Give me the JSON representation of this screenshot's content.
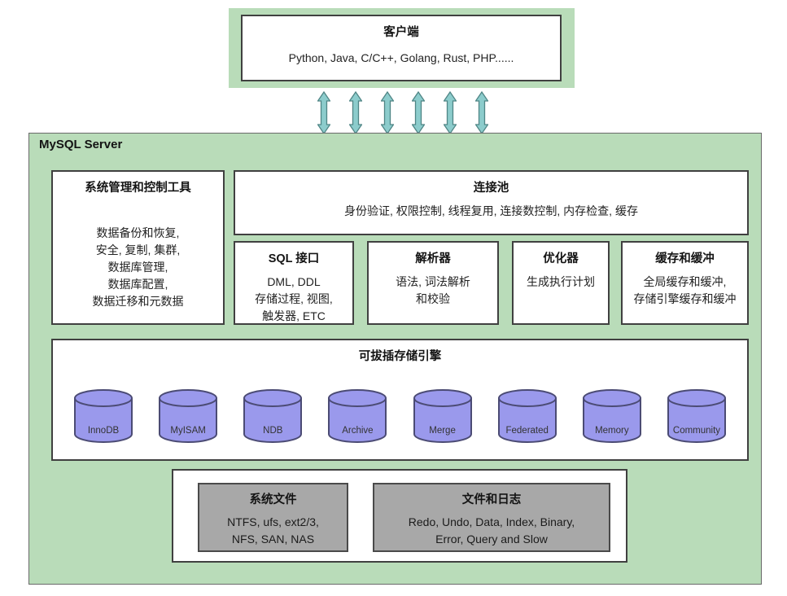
{
  "colors": {
    "panel_green": "#b9dcb9",
    "cylinder_purple": "#9a99ec",
    "box_gray": "#a8a8a8",
    "arrow_teal": "#8ccccc"
  },
  "client": {
    "title": "客户端",
    "body": "Python, Java, C/C++, Golang, Rust, PHP......"
  },
  "server": {
    "label": "MySQL Server",
    "tools": {
      "title": "系统管理和控制工具",
      "body": "数据备份和恢复,\n安全, 复制, 集群,\n数据库管理,\n数据库配置,\n数据迁移和元数据"
    },
    "connection_pool": {
      "title": "连接池",
      "body": "身份验证, 权限控制, 线程复用, 连接数控制, 内存检查, 缓存"
    },
    "sql_interface": {
      "title": "SQL 接口",
      "body": "DML, DDL\n存储过程, 视图,\n触发器, ETC"
    },
    "parser": {
      "title": "解析器",
      "body": "语法, 词法解析\n和校验"
    },
    "optimizer": {
      "title": "优化器",
      "body": "生成执行计划"
    },
    "cache": {
      "title": "缓存和缓冲",
      "body": "全局缓存和缓冲,\n存储引擎缓存和缓冲"
    },
    "engines": {
      "title": "可拔插存储引擎",
      "items": [
        "InnoDB",
        "MyISAM",
        "NDB",
        "Archive",
        "Merge",
        "Federated",
        "Memory",
        "Community"
      ]
    },
    "files": {
      "system_files": {
        "title": "系统文件",
        "body": "NTFS, ufs, ext2/3,\nNFS, SAN, NAS"
      },
      "logs": {
        "title": "文件和日志",
        "body": "Redo, Undo, Data, Index, Binary,\nError, Query and Slow"
      }
    }
  }
}
